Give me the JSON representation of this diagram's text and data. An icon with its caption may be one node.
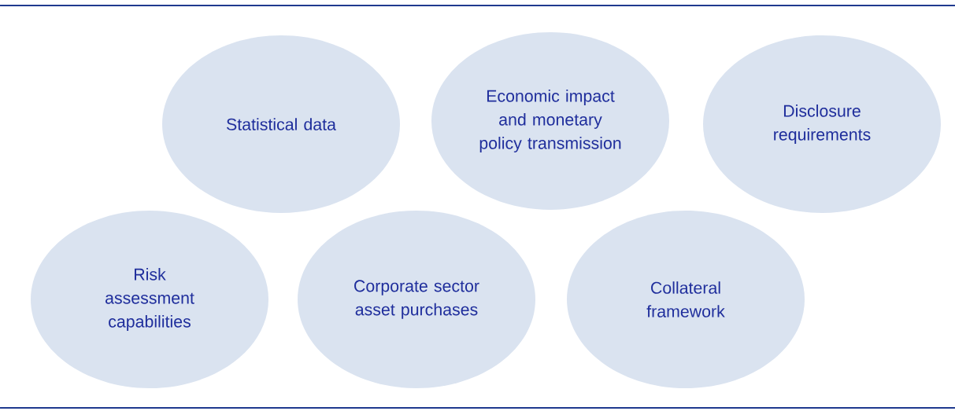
{
  "diagram": {
    "nodes": [
      {
        "text": [
          "Statistical data"
        ]
      },
      {
        "text": [
          "Economic impact and monetary policy transmission"
        ]
      },
      {
        "text": [
          "Disclosure requirements"
        ]
      },
      {
        "text": [
          "Risk assessment capabilities"
        ]
      },
      {
        "text": [
          "Corporate sector asset purchases"
        ]
      },
      {
        "text": [
          "Collateral framework"
        ]
      }
    ]
  }
}
